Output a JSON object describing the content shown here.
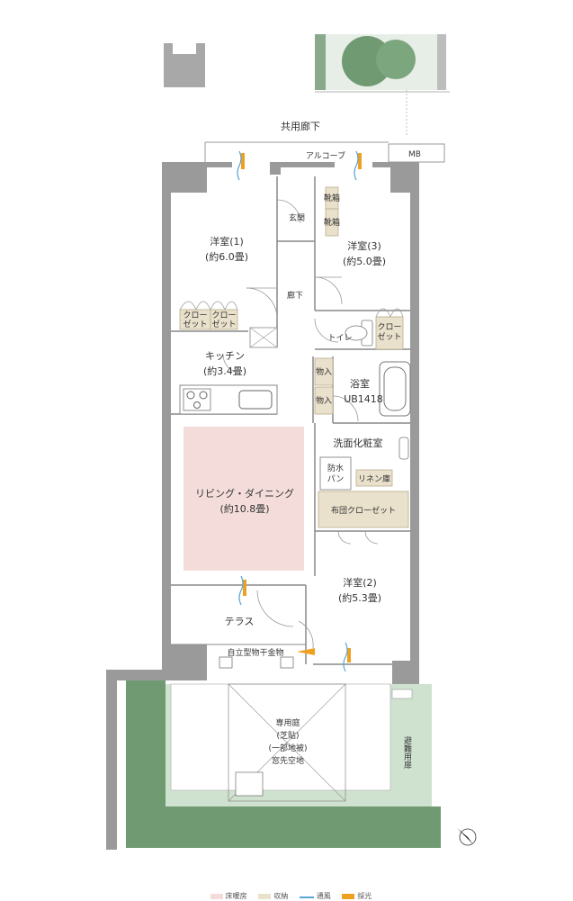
{
  "labels": {
    "common_corridor": "共用廊下",
    "alcove": "アルコーブ",
    "mb": "MB",
    "entrance": "玄関",
    "shoe_box_1": "靴箱",
    "shoe_box_2": "靴箱",
    "western_room_1": "洋室(1)",
    "western_room_1_size": "(約6.0畳)",
    "western_room_3": "洋室(3)",
    "western_room_3_size": "(約5.0畳)",
    "hallway": "廊下",
    "closet_a": "クロー\nゼット",
    "closet_b": "クロー\nゼット",
    "closet_c": "クロー\nゼット",
    "toilet": "トイレ",
    "kitchen": "キッチン",
    "kitchen_size": "(約3.4畳)",
    "storage_1": "物入",
    "storage_2": "物入",
    "bath": "浴室",
    "bath_unit": "UB1418",
    "washroom": "洗面化粧室",
    "waterproof_pan": "防水\nパン",
    "linen": "リネン庫",
    "futon_closet": "布団クローゼット",
    "living": "リビング・ダイニング",
    "living_size": "(約10.8畳)",
    "western_room_2": "洋室(2)",
    "western_room_2_size": "(約5.3畳)",
    "terrace": "テラス",
    "drying_hardware": "自立型物干金物",
    "private_garden_1": "専用庭",
    "private_garden_2": "(芝貼)",
    "private_garden_3": "(一部地被)",
    "private_garden_4": "窓先空地",
    "evacuation": "避難用扉"
  },
  "legend": {
    "floor_heating": "床暖房",
    "storage": "収納",
    "ventilation": "通風",
    "daylight": "採光"
  },
  "colors": {
    "floor_heating": "#f3dcda",
    "storage": "#e9e1cc",
    "ventilation": "#5aa6d8",
    "daylight": "#f0a020",
    "wall": "#9a9a9a",
    "garden_green": "#cfe2cf",
    "planting": "#6f9a72"
  }
}
